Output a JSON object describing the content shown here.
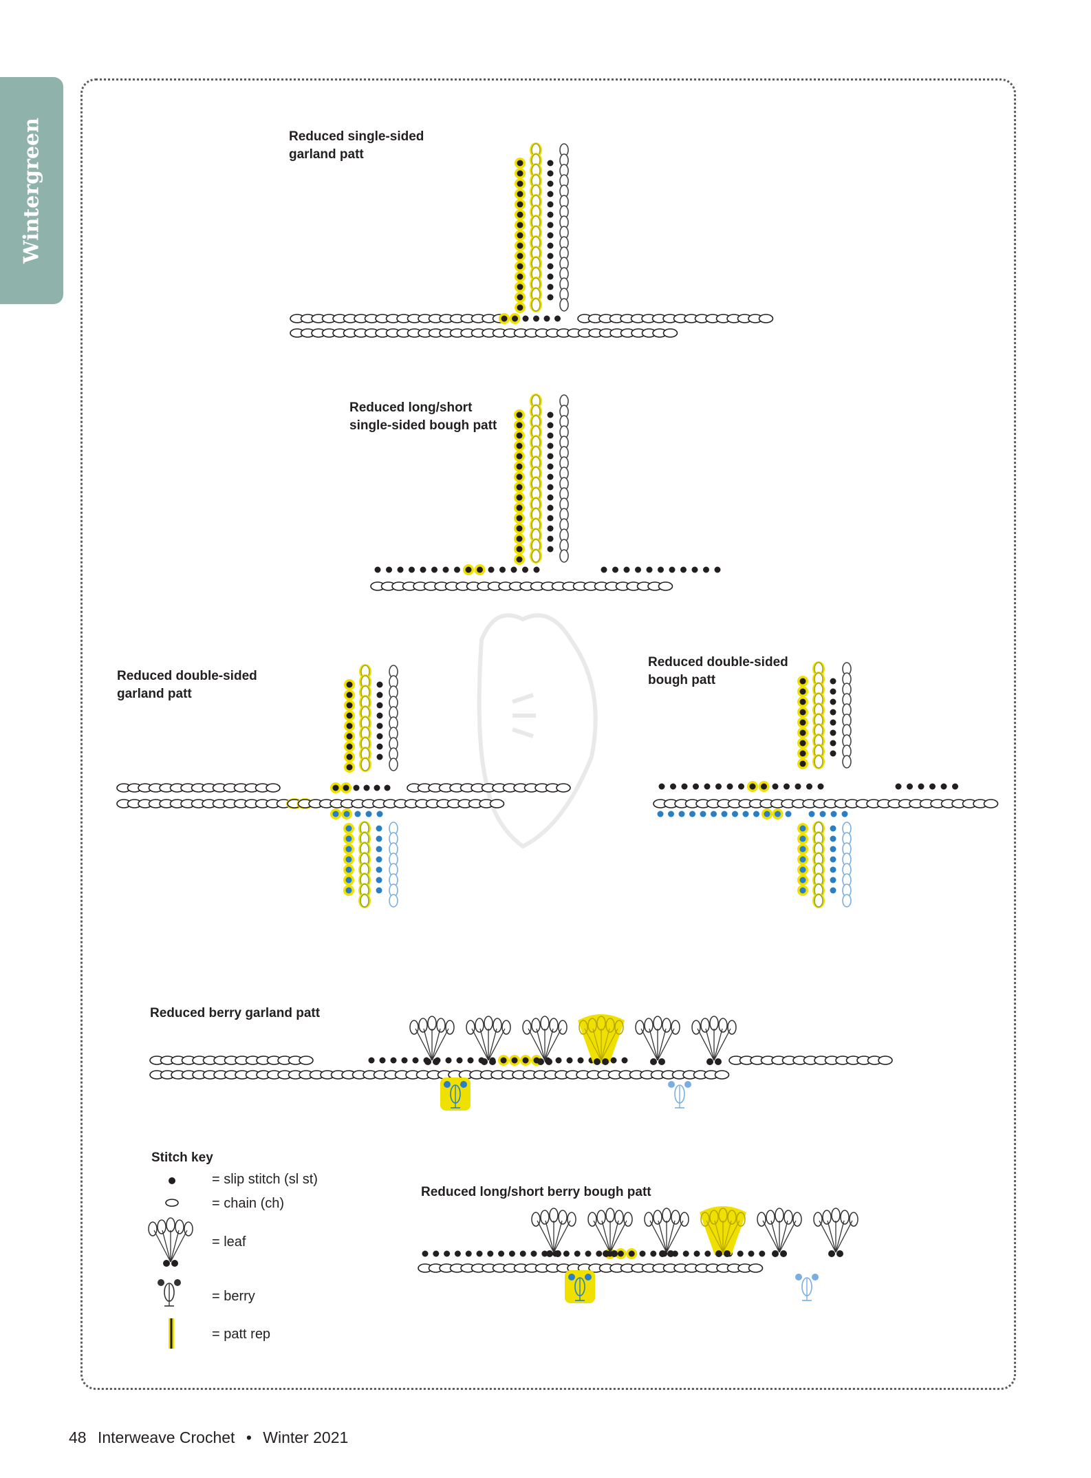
{
  "side_tab": {
    "label": "Wintergreen"
  },
  "charts": {
    "single_sided_garland": "Reduced single-sided\ngarland patt",
    "long_short_single_sided_bough": "Reduced long/short\nsingle-sided bough patt",
    "double_sided_garland": "Reduced double-sided\ngarland patt",
    "double_sided_bough": "Reduced double-sided\nbough patt",
    "berry_garland": "Reduced berry garland patt",
    "long_short_berry_bough": "Reduced long/short berry bough patt"
  },
  "stitch_key": {
    "title": "Stitch key",
    "items": [
      {
        "symbol": "slip-stitch-symbol",
        "label": "= slip stitch (sl st)"
      },
      {
        "symbol": "chain-symbol",
        "label": "= chain (ch)"
      },
      {
        "symbol": "leaf-symbol",
        "label": "= leaf"
      },
      {
        "symbol": "berry-symbol",
        "label": "= berry"
      },
      {
        "symbol": "patt-rep-symbol",
        "label": "= patt rep"
      }
    ]
  },
  "footer": {
    "page_number": "48",
    "publication": "Interweave Crochet",
    "separator": "•",
    "issue": "Winter 2021"
  },
  "colors": {
    "tab": "#8fb3ab",
    "highlight_yellow": "#f0e000",
    "olive": "#a5a31e",
    "green": "#8aa63a",
    "blue": "#2a7fc4",
    "light_blue": "#7aaee0",
    "black": "#231f20"
  }
}
